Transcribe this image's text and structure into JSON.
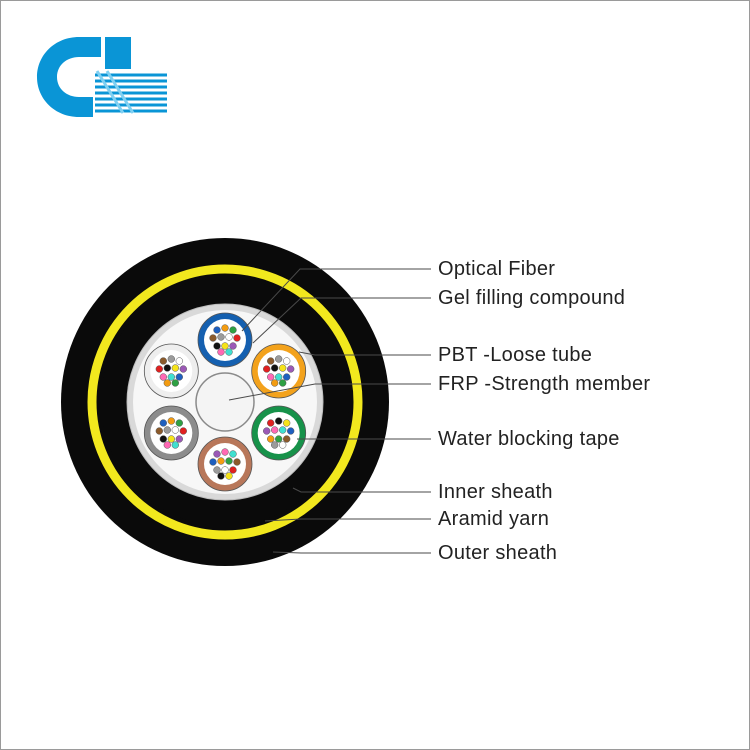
{
  "logo": {
    "name": "company-logo",
    "color_primary": "#0a95d6",
    "color_light": "#7fd0f2"
  },
  "diagram": {
    "labels": [
      {
        "id": "optical-fiber",
        "text": "Optical Fiber"
      },
      {
        "id": "gel-filling-compound",
        "text": "Gel filling compound"
      },
      {
        "id": "pbt-loose-tube",
        "text": "PBT -Loose tube"
      },
      {
        "id": "frp-strength-member",
        "text": "FRP -Strength member"
      },
      {
        "id": "water-blocking-tape",
        "text": "Water blocking tape"
      },
      {
        "id": "inner-sheath",
        "text": "Inner sheath"
      },
      {
        "id": "aramid-yarn",
        "text": "Aramid yarn"
      },
      {
        "id": "outer-sheath",
        "text": "Outer sheath"
      }
    ],
    "colors": {
      "outer_sheath": "#0a0a0a",
      "aramid_yarn": "#f2e81e",
      "inner_sheath": "#0a0a0a",
      "water_blocking_tape": "#d9d9d9",
      "core_fill": "#f7f7f7",
      "leader_line": "#4a4a4a"
    },
    "tubes": [
      {
        "name": "tube-blue",
        "color": "#1560b0"
      },
      {
        "name": "tube-orange",
        "color": "#f3a21c"
      },
      {
        "name": "tube-green",
        "color": "#17924a"
      },
      {
        "name": "tube-brown",
        "color": "#b8775a"
      },
      {
        "name": "tube-gray",
        "color": "#8c8c8c"
      },
      {
        "name": "tube-white",
        "color": "#eeeeee"
      }
    ],
    "fiber_colors": [
      "#1e5fbf",
      "#f39c12",
      "#2ea043",
      "#8b5a2b",
      "#9b9b9b",
      "#ffffff",
      "#e02020",
      "#111111",
      "#f5e31a",
      "#9b59b6",
      "#ff69b4",
      "#40e0d0"
    ]
  }
}
